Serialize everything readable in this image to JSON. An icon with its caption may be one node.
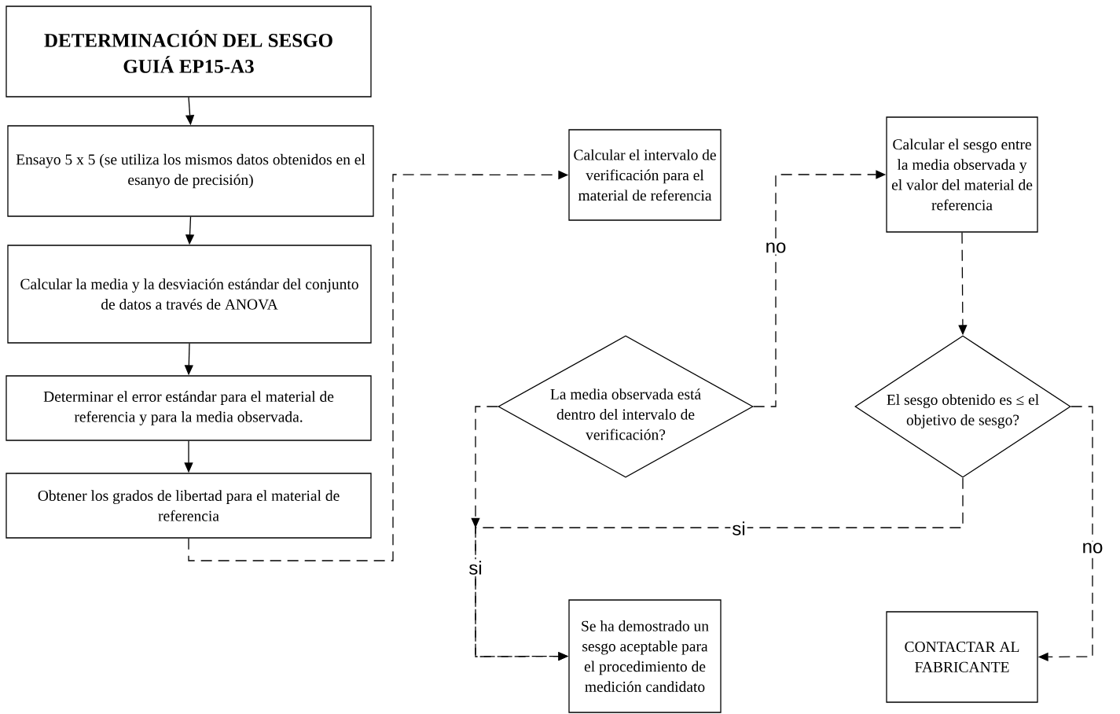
{
  "diagram": {
    "nodes": [
      {
        "text": [
          "DETERMINACIÓN DEL SESGO GUIÁ EP15-A3"
        ]
      },
      {
        "text": [
          "Ensayo 5 x 5 (se utiliza los mismos datos obtenidos en el esanyo de precisión)"
        ]
      },
      {
        "text": [
          "Calcular la media y la desviación estándar del conjunto de datos a través de ANOVA"
        ]
      },
      {
        "text": [
          "Determinar el error estándar para el material de referencia y para la media observada."
        ]
      },
      {
        "text": [
          "Obtener los grados de libertad para el material de referencia"
        ]
      },
      {
        "text": [
          "Calcular el intervalo de verificación para el material de referencia"
        ]
      },
      {
        "text": [
          "La media observada está dentro del intervalo de verificación?"
        ]
      },
      {
        "text": [
          "Calcular el sesgo entre la media observada y el valor del material de referencia"
        ]
      },
      {
        "text": [
          "El sesgo obtenido es ≤ el objetivo de sesgo?"
        ]
      },
      {
        "text": [
          "Se ha demostrado un sesgo aceptable para el procedimiento de medición candidato"
        ]
      },
      {
        "text": [
          "CONTACTAR AL FABRICANTE"
        ]
      }
    ],
    "edges": [
      {
        "from": 0,
        "to": 1,
        "arrow": "to"
      },
      {
        "from": 1,
        "to": 2,
        "arrow": "to"
      },
      {
        "from": 2,
        "to": 3,
        "arrow": "to"
      },
      {
        "from": 3,
        "to": 4,
        "arrow": "to"
      },
      {
        "from": 4,
        "to": 5,
        "arrow": "to",
        "style": "dashed"
      },
      {
        "from": 6,
        "to": 7,
        "arrow": "to",
        "style": "dashed",
        "label": "no"
      },
      {
        "from": 7,
        "to": 8,
        "arrow": "to",
        "style": "dashed"
      },
      {
        "from": 8,
        "to": 10,
        "arrow": "to",
        "style": "dashed",
        "label": "no"
      },
      {
        "from": 8,
        "to": 9,
        "arrow": "to",
        "style": "dashed",
        "label": "si"
      },
      {
        "from": 6,
        "to": 9,
        "arrow": "to",
        "style": "dashed",
        "label": "si"
      }
    ]
  }
}
